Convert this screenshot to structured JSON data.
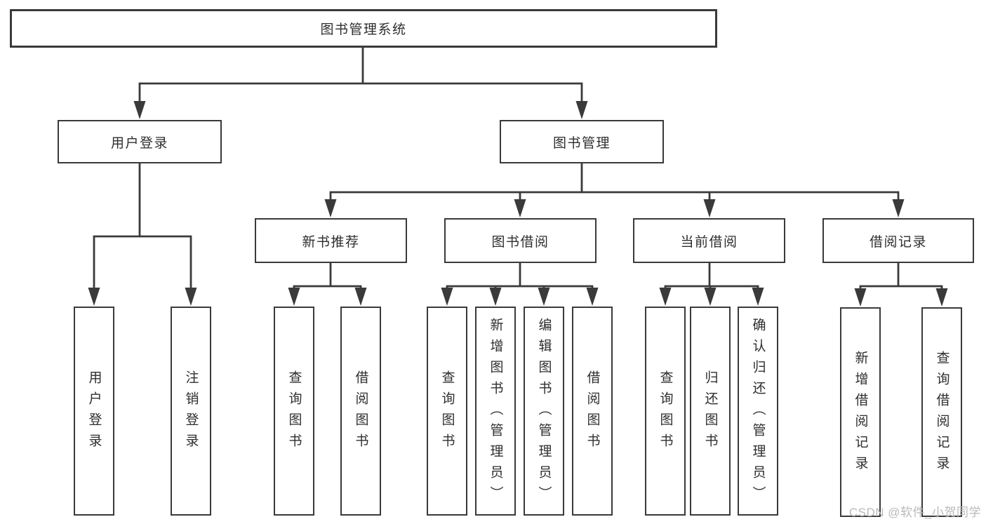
{
  "nodes": {
    "root": "图书管理系统",
    "user_login": "用户登录",
    "book_management": "图书管理",
    "new_book_recommendation": "新书推荐",
    "book_borrowing": "图书借阅",
    "current_borrowing": "当前借阅",
    "borrowing_records": "借阅记录",
    "user_login_leaf": "用户登录",
    "logout_leaf": "注销登录",
    "query_books_recommend": "查询图书",
    "borrow_books_recommend": "借阅图书",
    "query_books_borrow": "查询图书",
    "add_books_admin": "新增图书（管理员）",
    "edit_books_admin": "编辑图书（管理员）",
    "borrow_books_borrow": "借阅图书",
    "query_books_current": "查询图书",
    "return_books": "归还图书",
    "confirm_return_admin": "确认归还（管理员）",
    "add_borrow_record": "新增借阅记录",
    "query_borrow_record": "查询借阅记录"
  },
  "watermark": "CSDN @软件_小贺同学",
  "colors": {
    "line": "#3a3a3a",
    "box_border": "#3a3a3a",
    "box_background": "#ffffff",
    "text": "#2e2e2e",
    "watermark": "#b6b9bd",
    "background": "#ffffff"
  }
}
